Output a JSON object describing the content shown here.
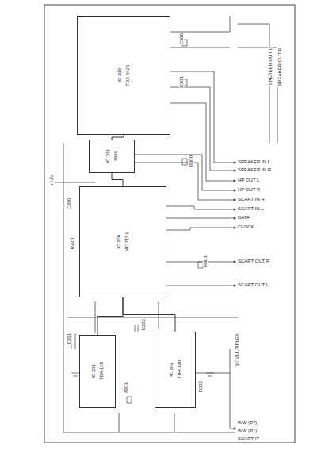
{
  "diagram": {
    "nodes": [
      {
        "text": [
          "IC 300",
          "TDA 8425"
        ]
      },
      {
        "text": [
          "IC 301",
          "4066"
        ]
      },
      {
        "text": [
          "IC 200",
          "MC 7153"
        ]
      },
      {
        "text": [
          "IC 201",
          "TBA 120"
        ]
      },
      {
        "text": [
          "IC 202",
          "TBA 120"
        ]
      }
    ],
    "edges": [
      {
        "from": 0,
        "to": 1,
        "arrow": "none"
      },
      {
        "from": 2,
        "to": 1,
        "arrow": "none"
      },
      {
        "from": 3,
        "to": 2,
        "arrow": "none"
      },
      {
        "from": 4,
        "to": 2,
        "arrow": "none"
      }
    ],
    "labels": [
      "SPEAKER OUT L",
      "SPEAKER OUT R",
      "SPEAKER IN L",
      "SPEAKER IN R",
      "HP OUT L",
      "HP OUT R",
      "SCART IN R",
      "SCART IN L",
      "DATA",
      "CLOCK",
      "SCART OUT R",
      "SCART OUT L",
      "NF MULTIPLEX",
      "B/W (P2)",
      "B/W (P1)",
      "SCART IT",
      "C300",
      "C301",
      "R300",
      "R301",
      "C200",
      "R200",
      "C201",
      "C202",
      "R201",
      "R202",
      "+12V"
    ]
  }
}
